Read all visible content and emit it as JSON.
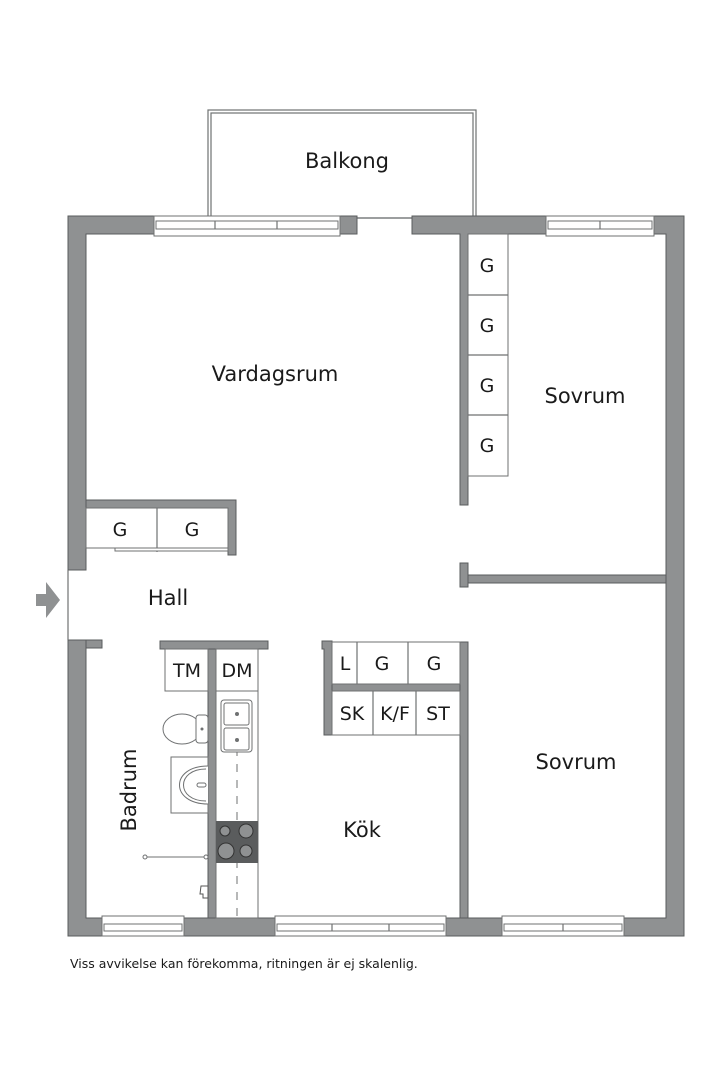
{
  "rooms": {
    "balkong": "Balkong",
    "vardagsrum": "Vardagsrum",
    "sovrum_top": "Sovrum",
    "sovrum_bottom": "Sovrum",
    "hall": "Hall",
    "badrum": "Badrum",
    "kok": "Kök"
  },
  "storage": {
    "bedroom_wardrobes": [
      "G",
      "G",
      "G",
      "G"
    ],
    "hall_wardrobes": [
      "G",
      "G"
    ],
    "bath_units": [
      "TM",
      "DM"
    ],
    "kitchen_top_row": [
      "L",
      "G",
      "G"
    ],
    "kitchen_bottom_row": [
      "SK",
      "K/F",
      "ST"
    ]
  },
  "icons": {
    "entrance": "entrance-arrow-icon",
    "toilet": "toilet-icon",
    "sink": "sink-icon",
    "kitchen_sink": "double-sink-icon",
    "stove": "stove-icon",
    "shower": "shower-icon"
  },
  "colors": {
    "wall": "#8f9192",
    "line": "#6f7172",
    "stove": "#5a5c5d"
  },
  "footer": {
    "disclaimer": "Viss avvikelse kan förekomma, ritningen är ej skalenlig."
  }
}
